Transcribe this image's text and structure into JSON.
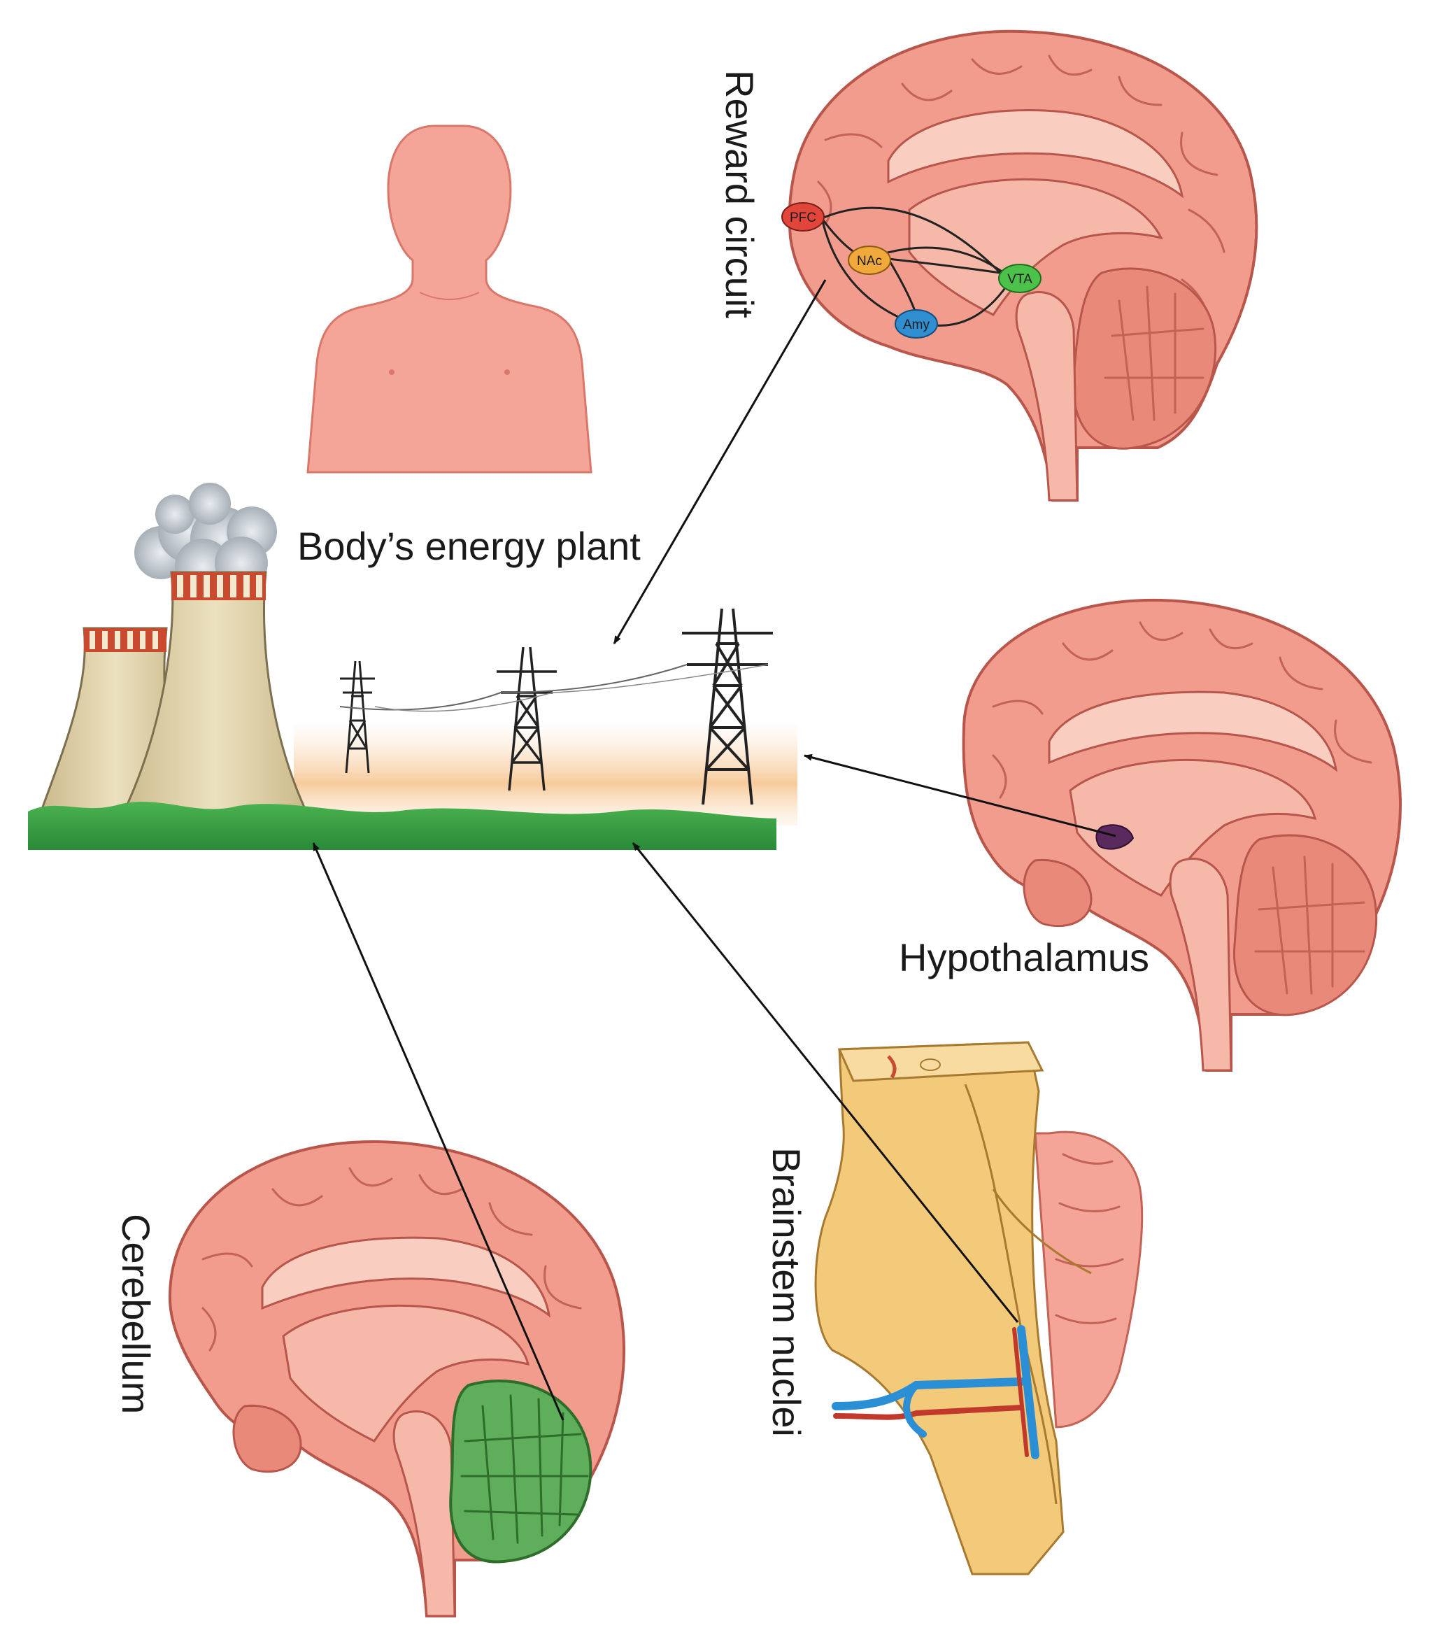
{
  "labels": {
    "energy_plant": "Body’s energy plant",
    "reward_circuit": "Reward circuit",
    "hypothalamus": "Hypothalamus",
    "brainstem": "Brainstem nuclei",
    "cerebellum": "Cerebellum"
  },
  "reward_nodes": {
    "pfc": "PFC",
    "nac": "NAc",
    "vta": "VTA",
    "amy": "Amy"
  },
  "colors": {
    "brain": "#f19c8d",
    "brain_dark": "#b8564b",
    "cerebellum_highlight": "#5fae5c",
    "hypothalamus_highlight": "#5a2a5e",
    "pfc": "#e2463a",
    "nac": "#f0a93a",
    "vta": "#4cc24a",
    "amy": "#2f8fd0",
    "brainstem": "#f3c97a",
    "grass": "#3fa648",
    "cooling_tower": "#e2d5ae",
    "body": "#f4a597"
  },
  "icons": [
    "human-body-icon",
    "cooling-tower-icon",
    "power-pylon-icon",
    "brain-icon",
    "brainstem-icon"
  ]
}
